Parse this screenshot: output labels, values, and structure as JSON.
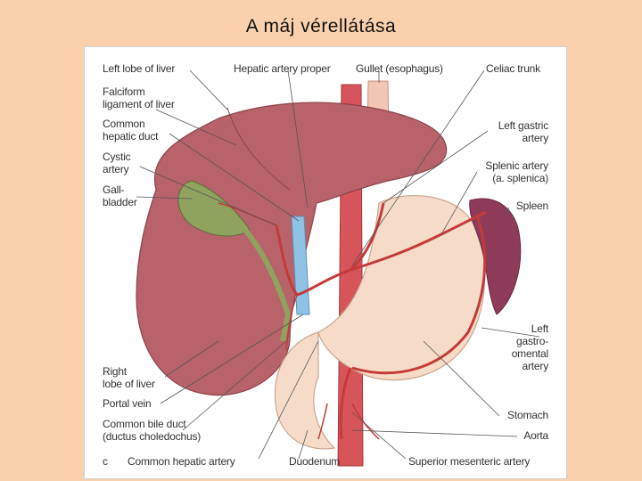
{
  "title": "A máj vérellátása",
  "figure_letter": "c",
  "labels": {
    "left_lobe": "Left lobe of liver",
    "hepatic_artery_proper": "Hepatic artery proper",
    "gullet": "Gullet (esophagus)",
    "celiac_trunk": "Celiac trunk",
    "falciform_1": "Falciform",
    "falciform_2": "ligament of liver",
    "common_hepatic_duct_1": "Common",
    "common_hepatic_duct_2": "hepatic duct",
    "cystic_artery_1": "Cystic",
    "cystic_artery_2": "artery",
    "gallbladder_1": "Gall-",
    "gallbladder_2": "bladder",
    "right_lobe_1": "Right",
    "right_lobe_2": "lobe of liver",
    "portal_vein": "Portal vein",
    "common_bile_duct_1": "Common bile duct",
    "common_bile_duct_2": "(ductus choledochus)",
    "common_hepatic_artery": "Common hepatic artery",
    "duodenum": "Duodenum",
    "superior_mesenteric_artery": "Superior mesenteric artery",
    "left_gastric_1": "Left gastric",
    "left_gastric_2": "artery",
    "splenic_1": "Splenic artery",
    "splenic_2": "(a. splenica)",
    "spleen": "Spleen",
    "left_gastro_1": "Left",
    "left_gastro_2": "gastro-",
    "left_gastro_3": "omental",
    "left_gastro_4": "artery",
    "stomach": "Stomach",
    "aorta": "Aorta"
  },
  "colors": {
    "slide_background": "#fbd1ad",
    "liver": "#b8636a",
    "artery": "#c43a3a",
    "portal_vein": "#8ec3e6",
    "gallbladder": "#8fa25e",
    "stomach": "#f6dcc8",
    "spleen": "#8e3b5a"
  }
}
